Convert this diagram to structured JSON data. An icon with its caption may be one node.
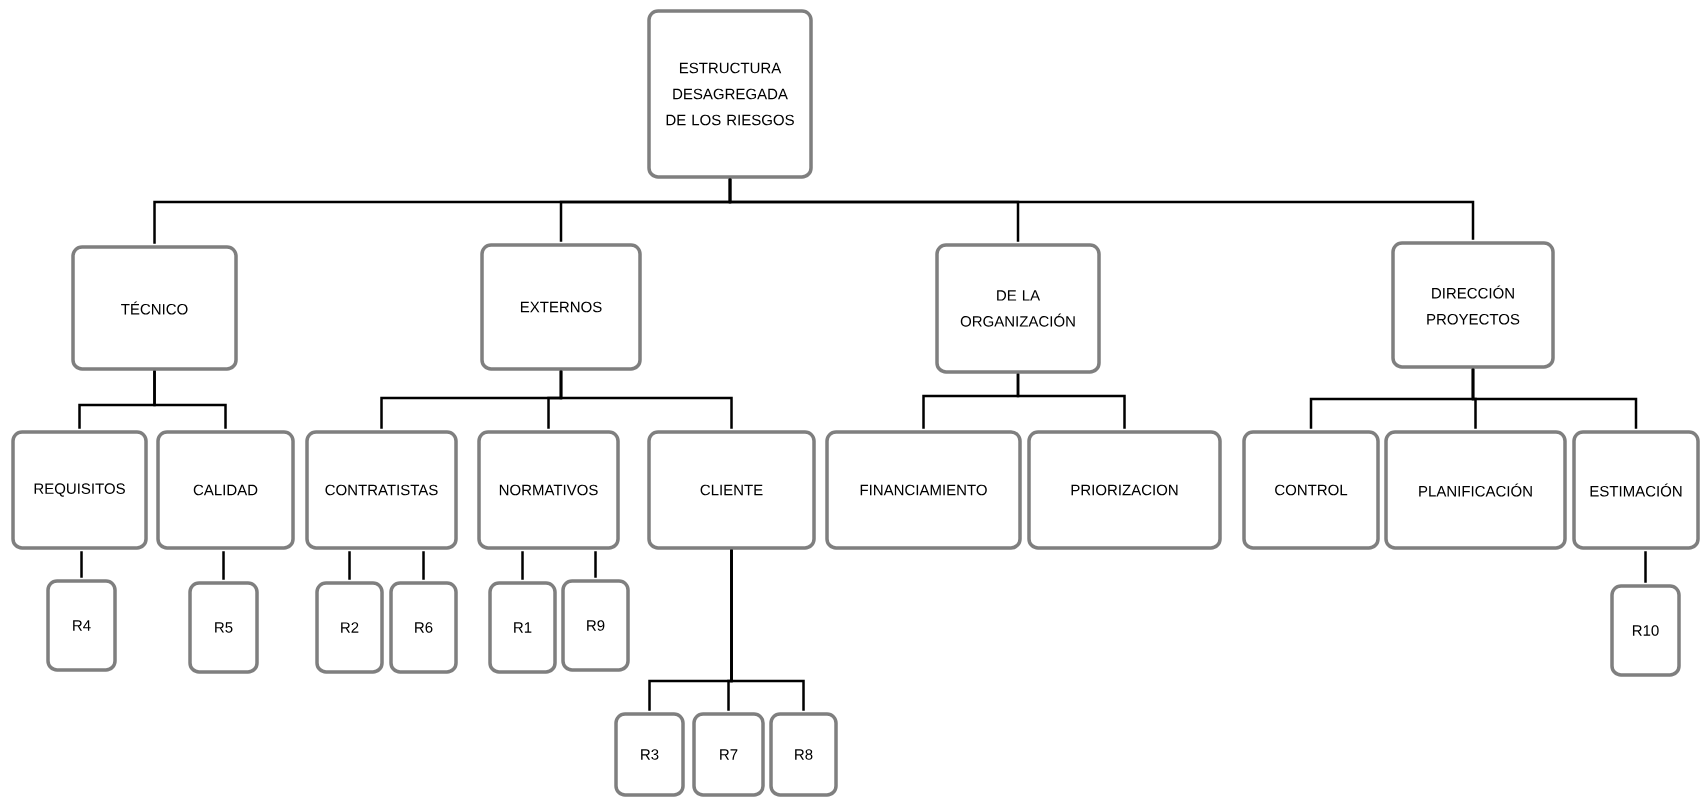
{
  "diagram": {
    "nodes": [
      {
        "text": [
          "ESTRUCTURA DESAGREGADA DE LOS RIESGOS"
        ]
      },
      {
        "text": [
          "TÉCNICO"
        ]
      },
      {
        "text": [
          "EXTERNOS"
        ]
      },
      {
        "text": [
          "DE LA ORGANIZACIÓN"
        ]
      },
      {
        "text": [
          "DIRECCIÓN PROYECTOS"
        ]
      },
      {
        "text": [
          "REQUISITOS"
        ]
      },
      {
        "text": [
          "CALIDAD"
        ]
      },
      {
        "text": [
          "CONTRATISTAS"
        ]
      },
      {
        "text": [
          "NORMATIVOS"
        ]
      },
      {
        "text": [
          "CLIENTE"
        ]
      },
      {
        "text": [
          "FINANCIAMIENTO"
        ]
      },
      {
        "text": [
          "PRIORIZACION"
        ]
      },
      {
        "text": [
          "CONTROL"
        ]
      },
      {
        "text": [
          "PLANIFICACIÓN"
        ]
      },
      {
        "text": [
          "ESTIMACIÓN"
        ]
      },
      {
        "text": [
          "R4"
        ]
      },
      {
        "text": [
          "R5"
        ]
      },
      {
        "text": [
          "R2"
        ]
      },
      {
        "text": [
          "R6"
        ]
      },
      {
        "text": [
          "R1"
        ]
      },
      {
        "text": [
          "R9"
        ]
      },
      {
        "text": [
          "R10"
        ]
      },
      {
        "text": [
          "R3"
        ]
      },
      {
        "text": [
          "R7"
        ]
      },
      {
        "text": [
          "R8"
        ]
      }
    ],
    "edges": [
      {
        "from": 0,
        "to": 1,
        "arrow": "none"
      },
      {
        "from": 0,
        "to": 2,
        "arrow": "none"
      },
      {
        "from": 0,
        "to": 3,
        "arrow": "none"
      },
      {
        "from": 0,
        "to": 4,
        "arrow": "none"
      },
      {
        "from": 1,
        "to": 5,
        "arrow": "none"
      },
      {
        "from": 1,
        "to": 6,
        "arrow": "none"
      },
      {
        "from": 2,
        "to": 7,
        "arrow": "none"
      },
      {
        "from": 2,
        "to": 8,
        "arrow": "none"
      },
      {
        "from": 2,
        "to": 9,
        "arrow": "none"
      },
      {
        "from": 3,
        "to": 10,
        "arrow": "none"
      },
      {
        "from": 3,
        "to": 11,
        "arrow": "none"
      },
      {
        "from": 4,
        "to": 12,
        "arrow": "none"
      },
      {
        "from": 4,
        "to": 13,
        "arrow": "none"
      },
      {
        "from": 4,
        "to": 14,
        "arrow": "none"
      },
      {
        "from": 5,
        "to": 15,
        "arrow": "none"
      },
      {
        "from": 6,
        "to": 16,
        "arrow": "none"
      },
      {
        "from": 7,
        "to": 17,
        "arrow": "none"
      },
      {
        "from": 7,
        "to": 18,
        "arrow": "none"
      },
      {
        "from": 8,
        "to": 19,
        "arrow": "none"
      },
      {
        "from": 8,
        "to": 20,
        "arrow": "none"
      },
      {
        "from": 14,
        "to": 21,
        "arrow": "none"
      },
      {
        "from": 9,
        "to": 22,
        "arrow": "none"
      },
      {
        "from": 9,
        "to": 23,
        "arrow": "none"
      },
      {
        "from": 9,
        "to": 24,
        "arrow": "none"
      }
    ]
  }
}
